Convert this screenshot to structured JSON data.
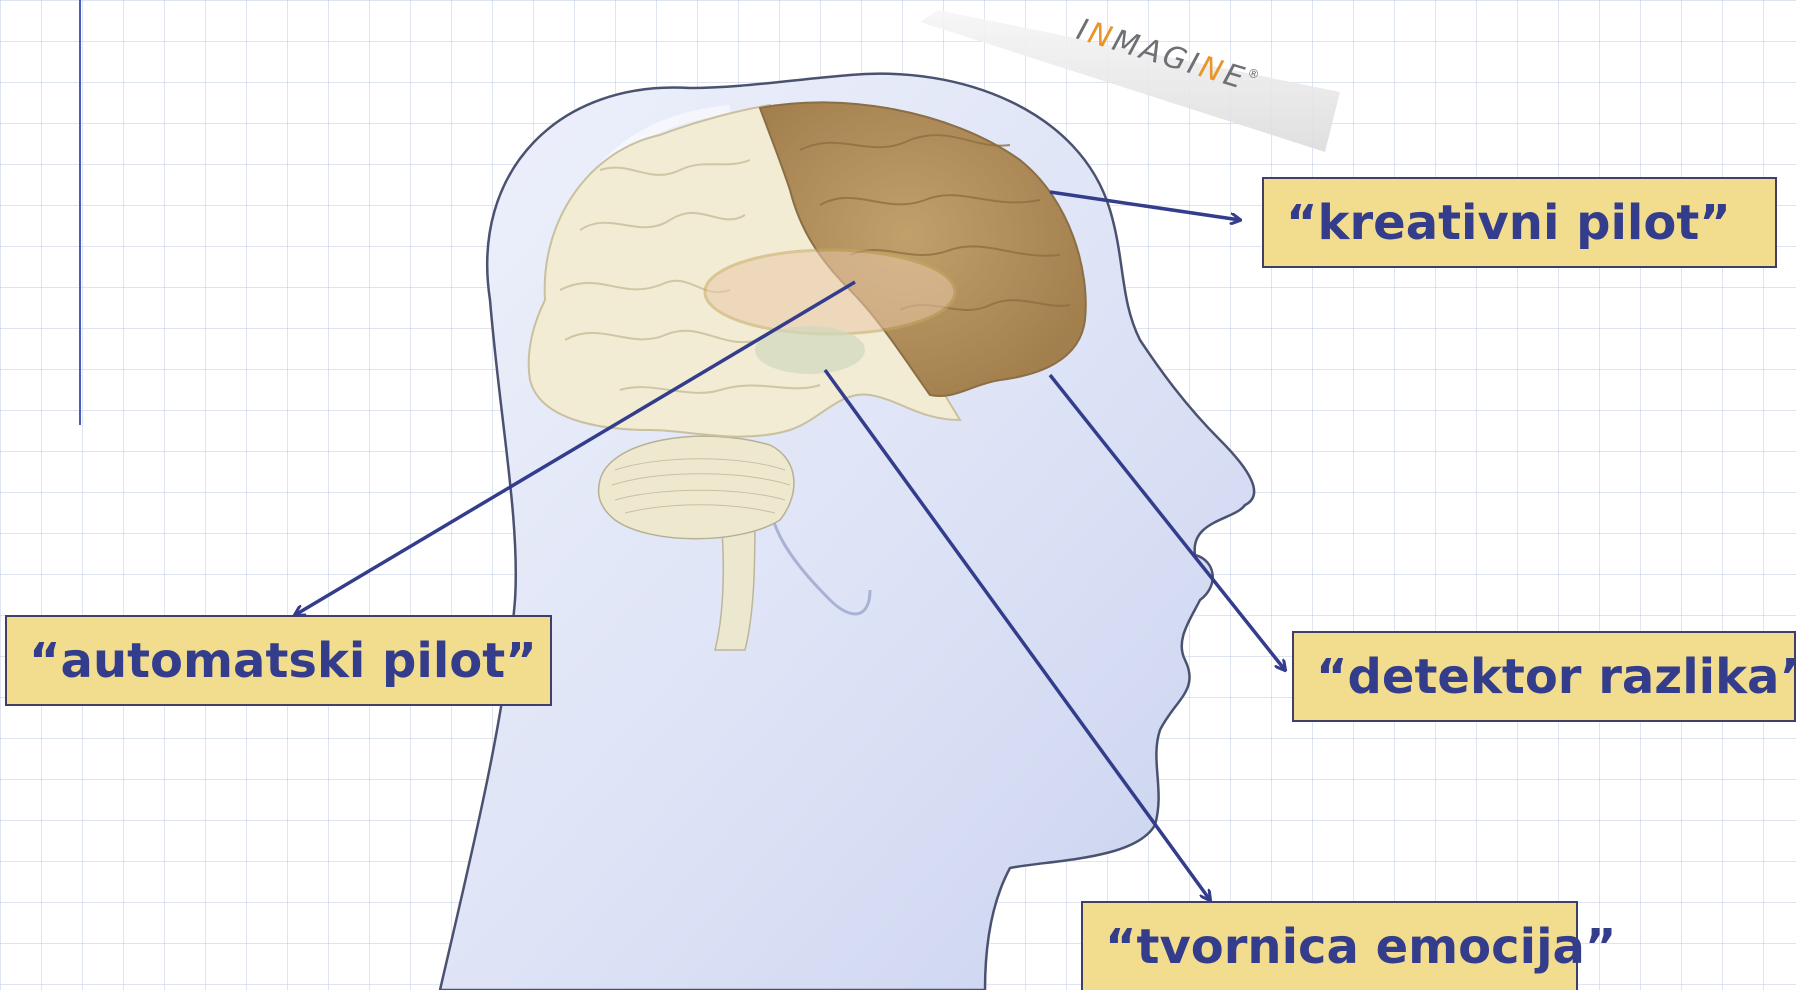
{
  "watermark": {
    "text": "INMAGINE",
    "mark": "®",
    "accent_letters": [
      "N",
      "N"
    ],
    "accent_color": "#e8952a",
    "text_color": "#6f6f74"
  },
  "labels": {
    "kreativni": "“kreativni pilot”",
    "automatski": "“automatski pilot”",
    "detektor": "“detektor razlika”",
    "tvornica": "“tvornica emocija”"
  },
  "colors": {
    "label_fill": "#f2dc8e",
    "label_text": "#333d8c",
    "arrow": "#333d8c",
    "frontal_lobe": "#b28f5c",
    "brain": "#f0ead2",
    "head": "#dfe4f6"
  }
}
